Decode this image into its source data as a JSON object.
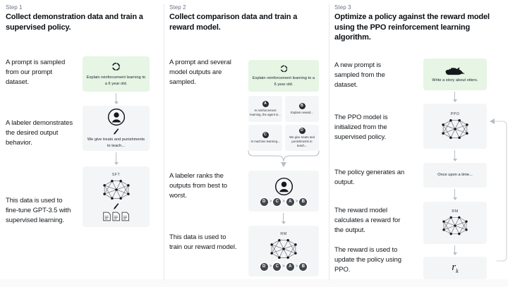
{
  "meta": {
    "accent_green": "#e6f5e4",
    "box_grey": "#f4f5f6",
    "divider": "#e6e8ea",
    "arrow_grey": "#b9bec3",
    "text_dark": "#14181c",
    "text_muted": "#6b7280"
  },
  "steps": [
    {
      "label": "Step 1",
      "title": "Collect demonstration data and train a supervised policy.",
      "captions": [
        "A prompt is sampled from our prompt dataset.",
        "A labeler demonstrates the desired output behavior.",
        "This data is used to fine-tune GPT-3.5 with supervised learning."
      ],
      "boxes": [
        {
          "icon": "refresh-cycle-icon",
          "text": "Explain reinforcement learning to a 6 year old."
        },
        {
          "icon": "labeler-person-icon",
          "text": "We give treats and punishments to teach..."
        },
        {
          "icon": "neural-network-icon",
          "title": "SFT",
          "text": ""
        }
      ]
    },
    {
      "label": "Step 2",
      "title": "Collect comparison data and train a reward model.",
      "captions": [
        "A prompt and several model outputs are sampled.",
        "A labeler ranks the outputs from best to worst.",
        "This data is used to train our reward model."
      ],
      "prompt": {
        "icon": "refresh-cycle-icon",
        "text": "Explain reinforcement learning to a 6 year old."
      },
      "outputs": [
        {
          "badge": "A",
          "text": "In reinforcement learning, the agent is..."
        },
        {
          "badge": "B",
          "text": "Explain reward..."
        },
        {
          "badge": "C",
          "text": "In machine learning..."
        },
        {
          "badge": "D",
          "text": "We give treats and punishments to teach..."
        }
      ],
      "ranking": [
        "D",
        "C",
        "A",
        "B"
      ],
      "reward_model_title": "RM"
    },
    {
      "label": "Step 3",
      "title": "Optimize a policy against the reward model using the PPO reinforcement learning algorithm.",
      "captions": [
        "A new prompt is sampled from the dataset.",
        "The PPO model is initialized from the supervised policy.",
        "The policy generates an output.",
        "The reward model calculates a reward for the output.",
        "The reward is used to update the policy using PPO."
      ],
      "boxes": [
        {
          "icon": "otter-icon",
          "text": "Write a story about otters."
        },
        {
          "icon": "neural-network-icon",
          "title": "PPO",
          "text": ""
        },
        {
          "icon": "text-output-icon",
          "text": "Once upon a time..."
        },
        {
          "icon": "neural-network-icon",
          "title": "RM",
          "text": ""
        },
        {
          "icon": "reward-symbol-icon",
          "reward": "r",
          "reward_sub": "k"
        }
      ]
    }
  ]
}
